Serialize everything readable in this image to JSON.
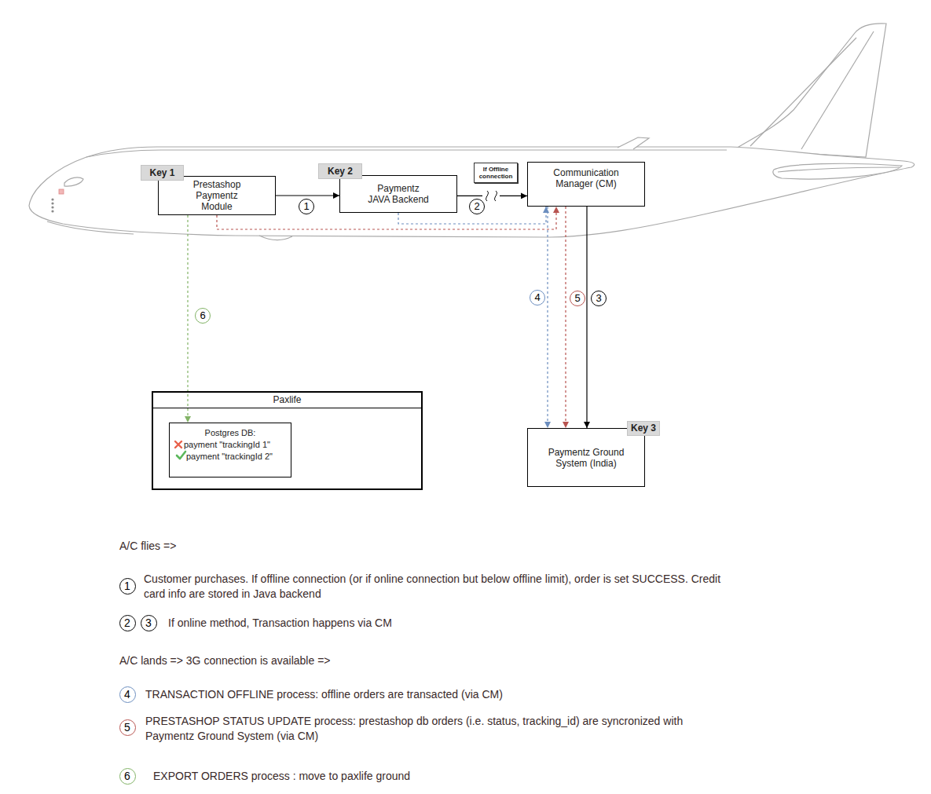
{
  "diagram": {
    "nodes": [
      {
        "text": [
          "Key 1",
          "Prestashop Paymentz Module"
        ]
      },
      {
        "text": [
          "Key 2",
          "Paymentz JAVA Backend"
        ]
      },
      {
        "text": [
          "If Offline connection"
        ]
      },
      {
        "text": [
          "Communication Manager (CM)"
        ]
      },
      {
        "text": [
          "Paxlife"
        ]
      },
      {
        "text": [
          "Postgres DB:",
          "payment \"trackingId 1\"",
          "payment \"trackingId 2\""
        ],
        "in": 4
      },
      {
        "text": [
          "Key 3",
          "Paymentz Ground System (India)"
        ]
      }
    ],
    "edges": [
      {
        "from": 0,
        "to": 1,
        "arrow": "to",
        "label": "1"
      },
      {
        "from": 1,
        "to": 3,
        "arrow": "to",
        "label": "2"
      },
      {
        "from": 1,
        "to": 3,
        "arrow": "to"
      },
      {
        "from": 3,
        "to": 6,
        "arrow": "to",
        "label": "4"
      },
      {
        "from": 0,
        "to": 3,
        "arrow": "to"
      },
      {
        "from": 3,
        "to": 6,
        "arrow": "to",
        "label": "5"
      },
      {
        "from": 3,
        "to": 6,
        "arrow": "to",
        "label": "3"
      },
      {
        "from": 0,
        "to": 5,
        "arrow": "to",
        "label": "6"
      }
    ],
    "labels": [
      "A/C flies =>",
      "1",
      "Customer purchases. If offline connection (or if online connection but below offline limit), order is set SUCCESS. Credit card info are stored in Java backend",
      "2",
      "3",
      "If online method, Transaction happens via CM",
      "A/C lands => 3G connection is available =>",
      "4",
      "TRANSACTION OFFLINE process: offline orders are transacted (via CM)",
      "5",
      "PRESTASHOP STATUS UPDATE process: prestashop db orders (i.e. status, tracking_id) are syncronized with Paymentz Ground System (via CM)",
      "6",
      "EXPORT ORDERS process : move to paxlife ground"
    ]
  }
}
